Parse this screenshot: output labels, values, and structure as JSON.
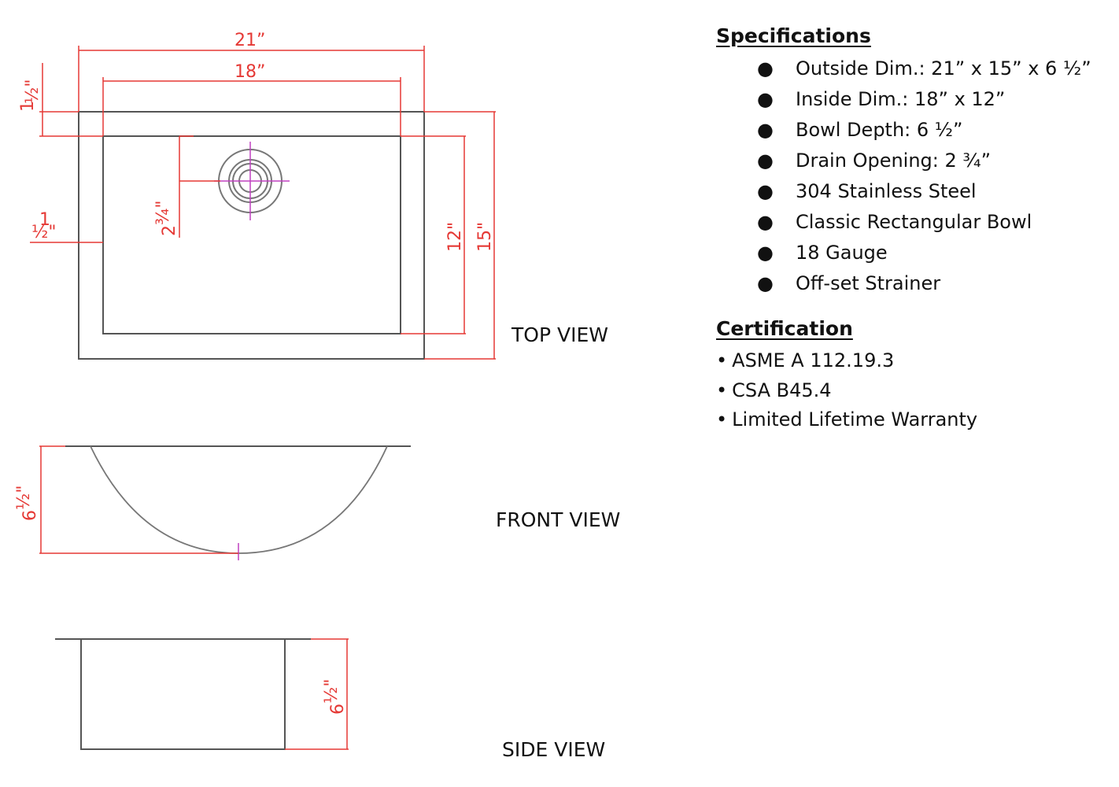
{
  "colors": {
    "outline": "#555555",
    "dimension": "#e53935",
    "centerline": "#c040c0"
  },
  "views": {
    "top": "TOP VIEW",
    "front": "FRONT VIEW",
    "side": "SIDE VIEW"
  },
  "dimensions": {
    "outside_width": "21”",
    "inside_width": "18”",
    "rim_top_whole": "1",
    "rim_top_fraction": "½\"",
    "rim_left_whole": "1",
    "rim_left_fraction": "½\"",
    "drain_offset_whole": "2",
    "drain_offset_fraction": "¾\"",
    "inside_length": "12\"",
    "outside_length": "15\"",
    "front_depth_whole": "6",
    "front_depth_fraction": "½\"",
    "side_depth_whole": "6",
    "side_depth_fraction": "½\""
  },
  "specifications": {
    "title": "Specifications",
    "bullet": "●",
    "items": [
      "Outside Dim.: 21” x 15” x 6 ½”",
      "Inside Dim.: 18” x 12”",
      "Bowl Depth: 6 ½”",
      "Drain Opening: 2 ¾”",
      "304 Stainless Steel",
      "Classic Rectangular Bowl",
      "18 Gauge",
      "Off-set Strainer"
    ]
  },
  "certification": {
    "title": "Certification",
    "bullet": "•",
    "items": [
      "ASME A 112.19.3",
      "CSA B45.4",
      "Limited Lifetime Warranty"
    ]
  }
}
